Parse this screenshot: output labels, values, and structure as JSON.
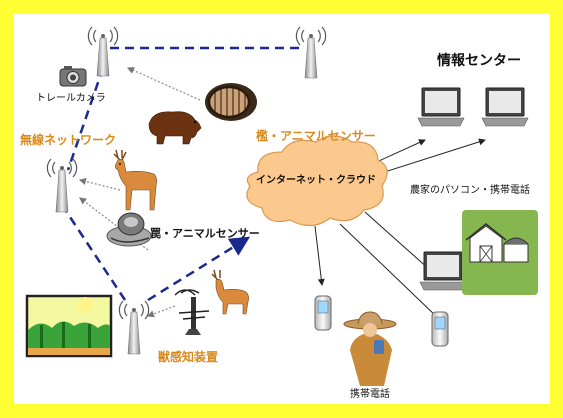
{
  "labels": {
    "trail_camera": "トレールカメラ",
    "wireless_network": "無線ネットワーク",
    "cage_sensor": "檻・アニマルセンサー",
    "trap_sensor": "罠・アニマルセンサー",
    "beast_detector": "獣感知装置",
    "cloud": "インターネット・クラウド",
    "info_center": "情報センター",
    "farmer_pc": "農家のパソコン・携帯電話",
    "mobile_phone": "携帯電話"
  },
  "colors": {
    "border": "#ffff33",
    "accent_label": "#d98a1c",
    "dashed_link": "#1a2a8c",
    "cloud_fill": "#fbc98e"
  }
}
